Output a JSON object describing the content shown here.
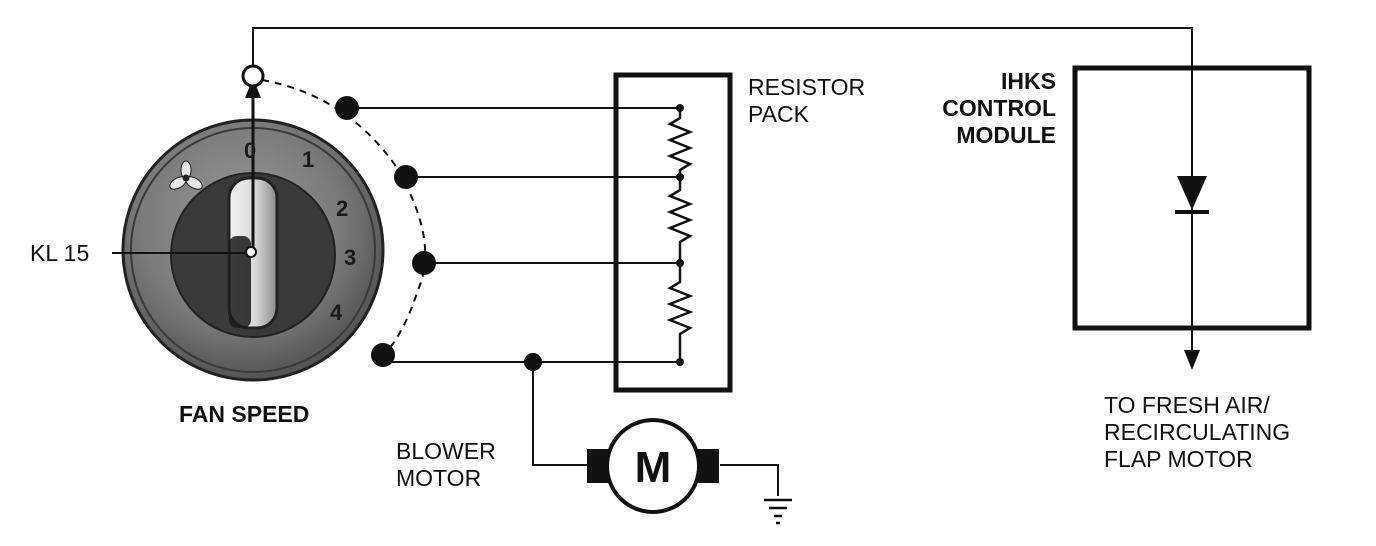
{
  "labels": {
    "kl15": "KL 15",
    "fan_speed": "FAN SPEED",
    "resistor_pack": [
      "RESISTOR",
      "PACK"
    ],
    "ihks_module": [
      "IHKS",
      "CONTROL",
      "MODULE"
    ],
    "blower_motor": [
      "BLOWER",
      "MOTOR"
    ],
    "flap_motor": [
      "TO FRESH AIR/",
      "RECIRCULATING",
      "FLAP MOTOR"
    ],
    "motor_symbol": "M"
  },
  "dial_positions": [
    "0",
    "1",
    "2",
    "3",
    "4"
  ],
  "icons": [
    "fan-icon",
    "ground-icon",
    "diode-icon",
    "resistor-icon",
    "motor-icon"
  ],
  "colors": {
    "line": "#111111",
    "dial_dark": "#555555",
    "dial_light": "#bdbdbd"
  }
}
